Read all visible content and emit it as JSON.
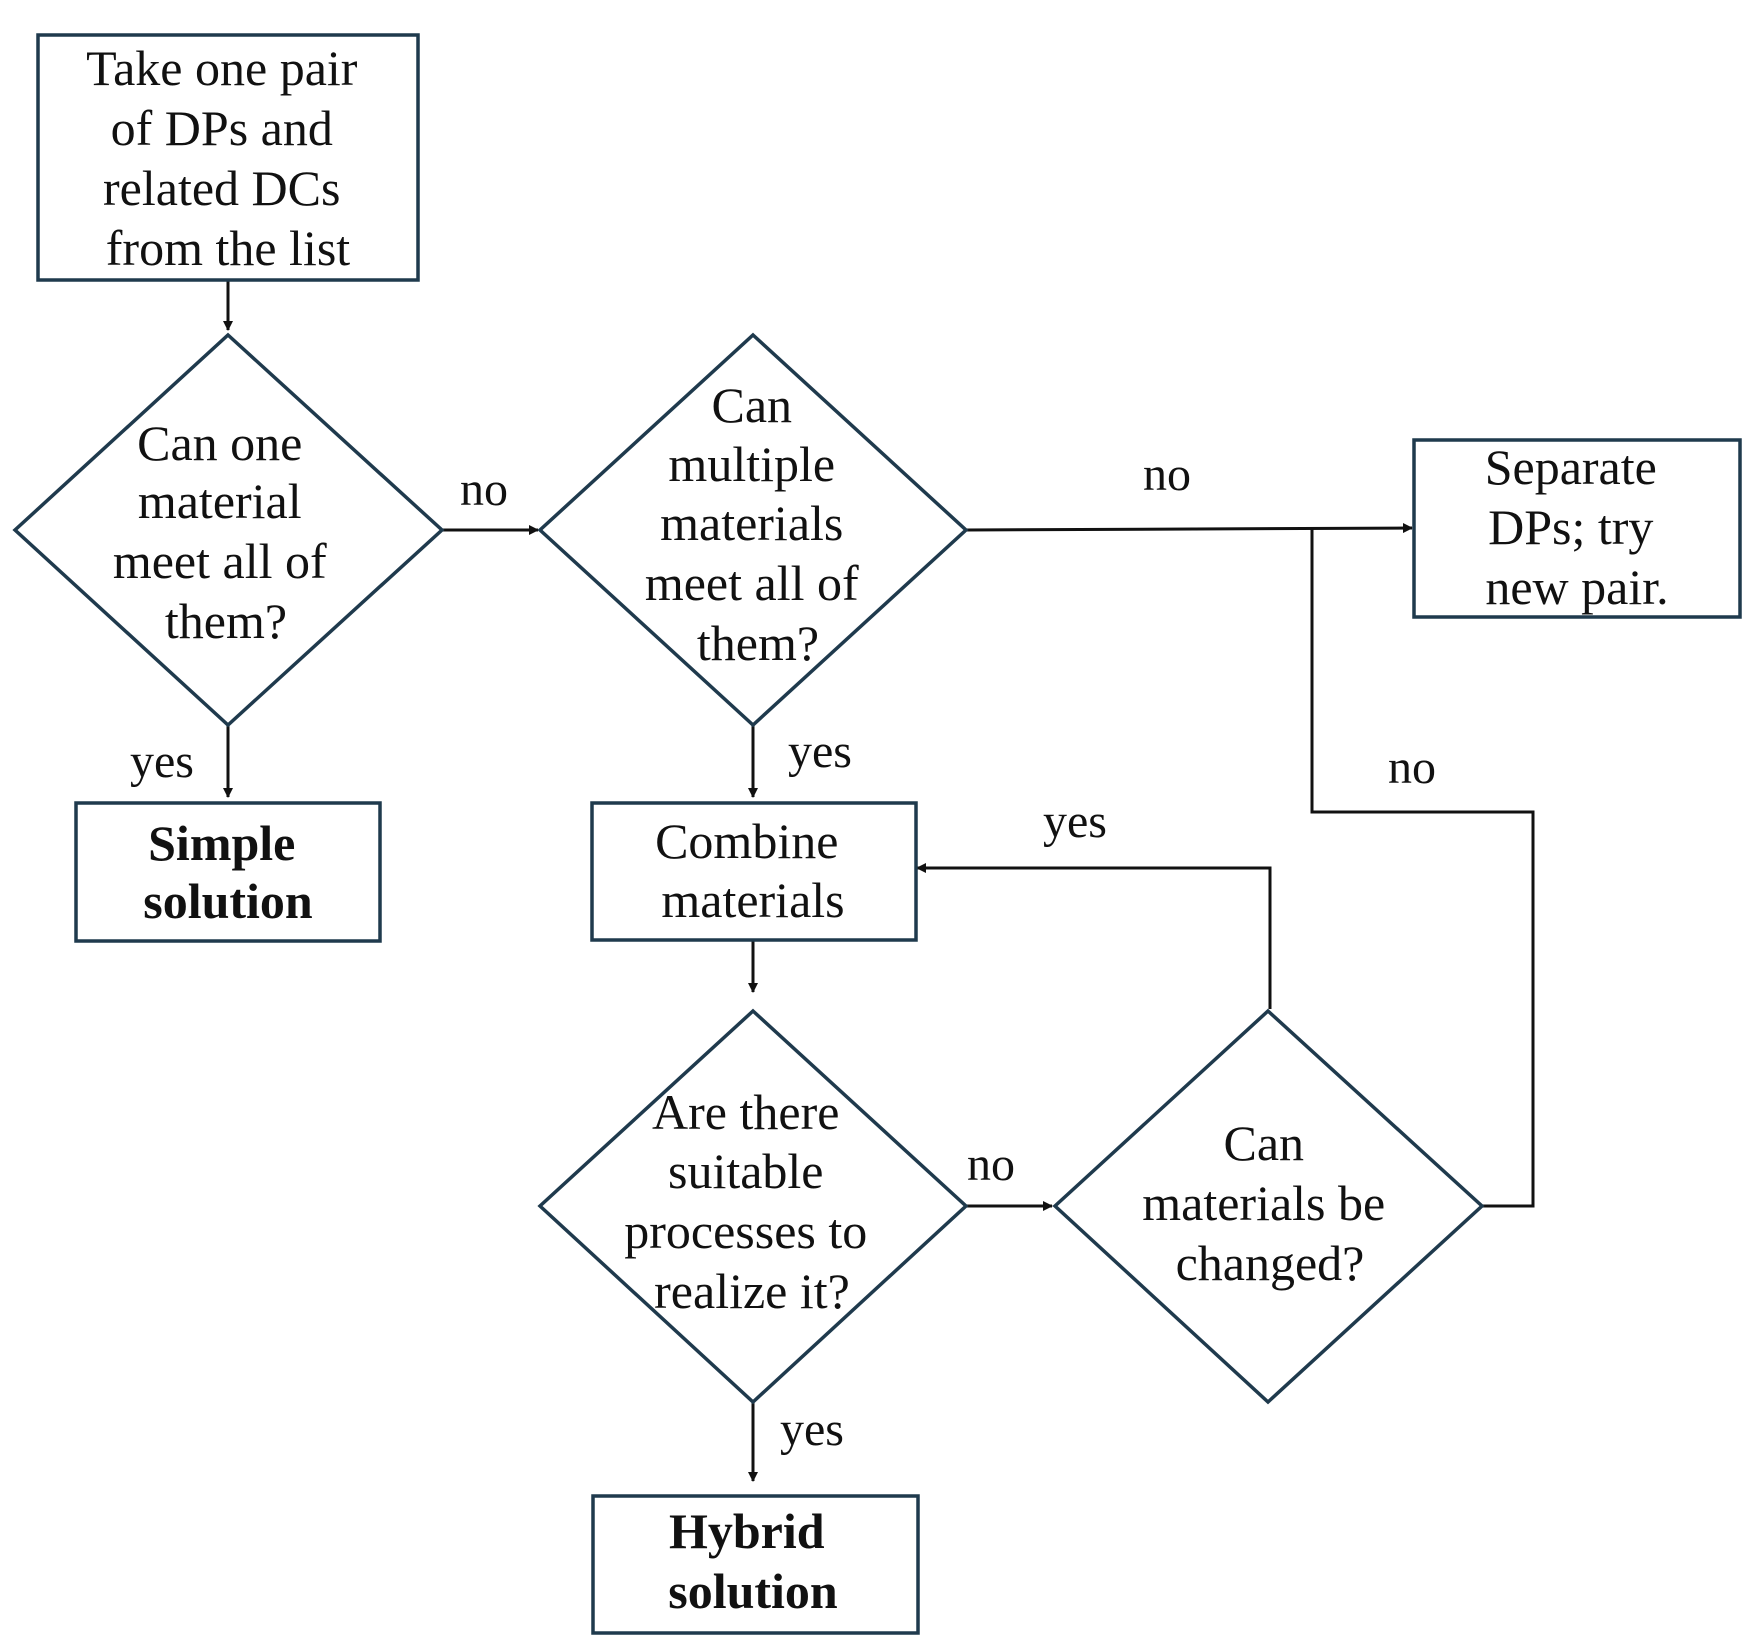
{
  "nodes": {
    "start": {
      "lines": [
        "Take one pair",
        "of DPs and",
        "related DCs",
        "from the list"
      ]
    },
    "q_one_material": {
      "lines": [
        "Can one",
        "material",
        "meet all of",
        "them?"
      ]
    },
    "q_multiple_materials": {
      "lines": [
        "Can",
        "multiple",
        "materials",
        "meet all of",
        "them?"
      ]
    },
    "separate": {
      "lines": [
        "Separate",
        "DPs; try",
        "new pair."
      ]
    },
    "simple": {
      "lines": [
        "Simple",
        "solution"
      ]
    },
    "combine": {
      "lines": [
        "Combine",
        "materials"
      ]
    },
    "q_processes": {
      "lines": [
        "Are there",
        "suitable",
        "processes to",
        "realize it?"
      ]
    },
    "q_change": {
      "lines": [
        "Can",
        "materials be",
        "changed?"
      ]
    },
    "hybrid": {
      "lines": [
        "Hybrid",
        "solution"
      ]
    }
  },
  "edge_labels": {
    "one_to_multiple": "no",
    "one_to_simple": "yes",
    "multiple_to_separate": "no",
    "multiple_to_combine": "yes",
    "change_to_combine": "yes",
    "change_to_separate": "no",
    "processes_to_change": "no",
    "processes_to_hybrid": "yes"
  },
  "colors": {
    "shape_border": "#1f3a4d",
    "connector": "#111111",
    "text": "#111111"
  }
}
